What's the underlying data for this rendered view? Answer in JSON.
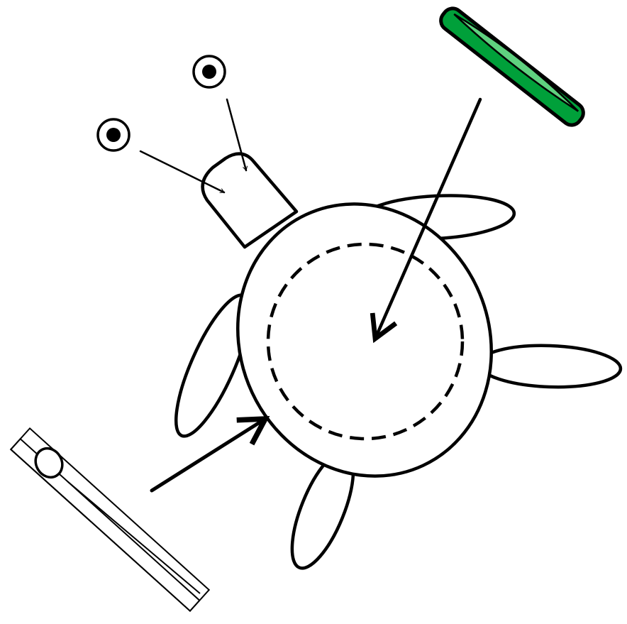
{
  "diagram": {
    "description_free": true,
    "parts": [
      {
        "name": "eye-left",
        "icon": "eye-icon"
      },
      {
        "name": "eye-right",
        "icon": "eye-icon"
      },
      {
        "name": "bottle-cap",
        "icon": "bottle-cap-icon"
      },
      {
        "name": "clothespin",
        "icon": "clothespin-icon"
      },
      {
        "name": "turtle-body",
        "icon": "turtle-outline-icon"
      }
    ]
  },
  "colors": {
    "outline": "#000000",
    "background": "#ffffff",
    "cap_dark_green": "#00a03a",
    "cap_light_green": "#5fd17f"
  }
}
